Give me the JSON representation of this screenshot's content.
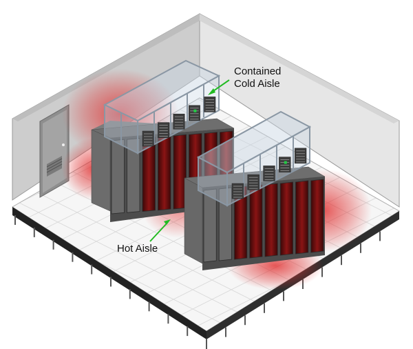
{
  "labels": {
    "contained_line1": "Contained",
    "contained_line2": "Cold Aisle",
    "hot_aisle": "Hot Aisle"
  },
  "colors": {
    "arrow": "#22bb22",
    "hot_glow": "#e02020",
    "wall_left": "#cfcfcf",
    "wall_back": "#e4e4e4",
    "floor_tile": "#f4f4f4",
    "rack_body": "#5e5e5e",
    "rack_hot_door": "#6a1010",
    "containment_frame": "#9aa6b2"
  },
  "icons": [
    "door-icon",
    "vent-icon",
    "server-rack-icon",
    "arrow-icon"
  ]
}
